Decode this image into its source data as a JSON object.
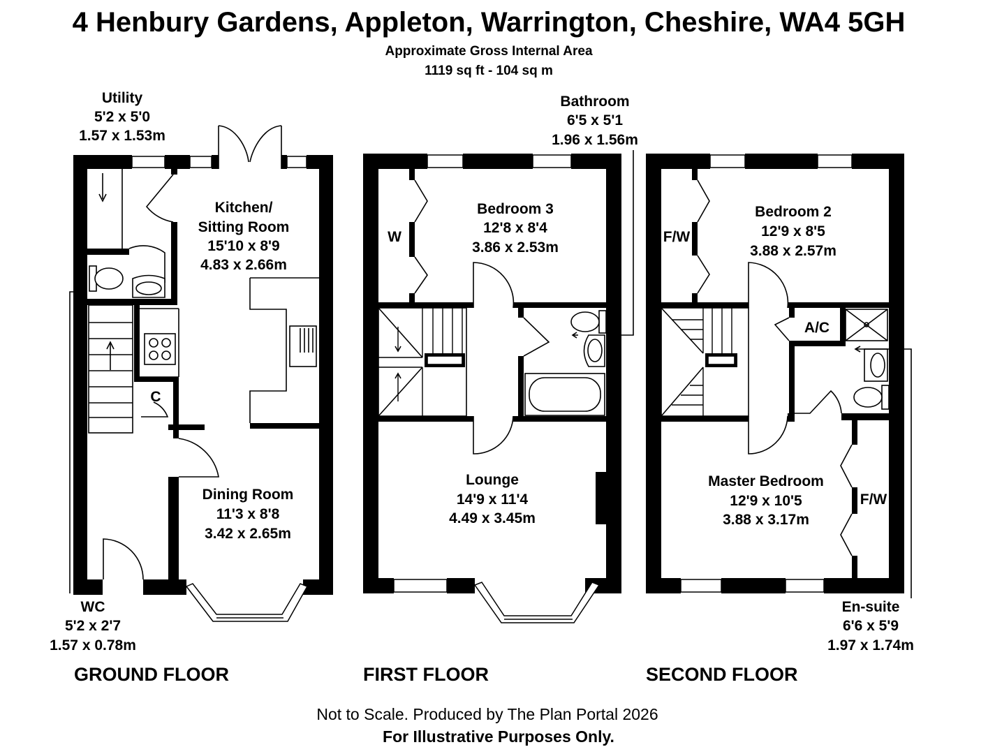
{
  "header": {
    "address": "4 Henbury Gardens, Appleton, Warrington, Cheshire, WA4 5GH",
    "area_label": "Approximate Gross Internal Area",
    "area_value": "1119 sq ft - 104 sq m"
  },
  "floors": {
    "ground": {
      "label": "GROUND FLOOR",
      "utility": {
        "name": "Utility",
        "imperial": "5'2 x 5'0",
        "metric": "1.57 x 1.53m"
      },
      "kitchen": {
        "name1": "Kitchen/",
        "name2": "Sitting Room",
        "imperial": "15'10 x 8'9",
        "metric": "4.83 x 2.66m"
      },
      "cupboard": "C",
      "dining": {
        "name": "Dining Room",
        "imperial": "11'3 x 8'8",
        "metric": "3.42 x 2.65m"
      },
      "wc": {
        "name": "WC",
        "imperial": "5'2 x 2'7",
        "metric": "1.57 x 0.78m"
      }
    },
    "first": {
      "label": "FIRST FLOOR",
      "bathroom": {
        "name": "Bathroom",
        "imperial": "6'5 x 5'1",
        "metric": "1.96 x 1.56m"
      },
      "bedroom3": {
        "name": "Bedroom 3",
        "imperial": "12'8 x 8'4",
        "metric": "3.86 x 2.53m"
      },
      "wardrobe": "W",
      "lounge": {
        "name": "Lounge",
        "imperial": "14'9 x 11'4",
        "metric": "4.49 x 3.45m"
      }
    },
    "second": {
      "label": "SECOND FLOOR",
      "bedroom2": {
        "name": "Bedroom 2",
        "imperial": "12'9 x 8'5",
        "metric": "3.88 x 2.57m"
      },
      "fw_top": "F/W",
      "ac": "A/C",
      "master": {
        "name": "Master Bedroom",
        "imperial": "12'9 x 10'5",
        "metric": "3.88 x 3.17m"
      },
      "fw_master": "F/W",
      "ensuite": {
        "name": "En-suite",
        "imperial": "6'6 x 5'9",
        "metric": "1.97 x 1.74m"
      }
    }
  },
  "footer": {
    "disclaimer": "Not to Scale. Produced by The Plan Portal 2026",
    "purpose": "For Illustrative Purposes Only."
  }
}
